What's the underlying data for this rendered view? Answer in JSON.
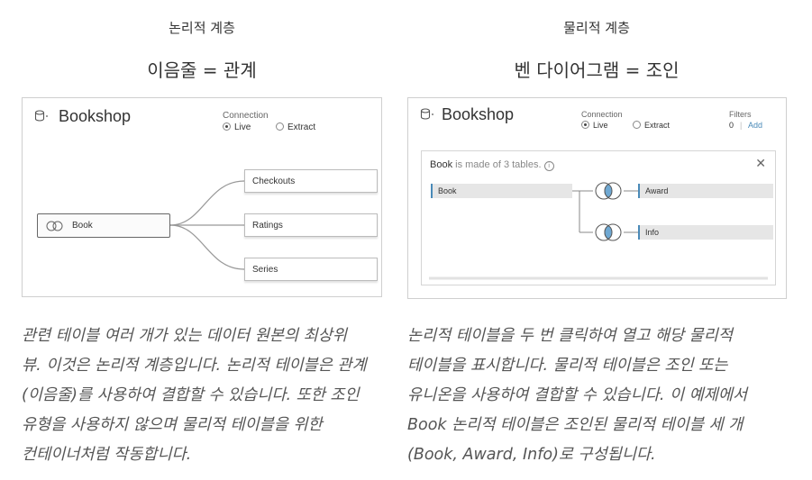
{
  "left": {
    "heading": "논리적 계층",
    "subheading": "이음줄 = 관계",
    "panel": {
      "title": "Bookshop",
      "connection_label": "Connection",
      "live_label": "Live",
      "extract_label": "Extract",
      "root_table": "Book",
      "related_tables": [
        "Checkouts",
        "Ratings",
        "Series"
      ]
    },
    "description_lines": [
      "관련 테이블 여러 개가 있는 데이터 원본의 최상위",
      "뷰. 이것은 논리적 계층입니다. 논리적 테이블은 관계",
      "(이음줄)를 사용하여 결합할 수 있습니다. 또한 조인",
      "유형을 사용하지 않으며 물리적 테이블을 위한",
      "컨테이너처럼 작동합니다."
    ]
  },
  "right": {
    "heading": "물리적 계층",
    "subheading": "벤 다이어그램 = 조인",
    "panel": {
      "title": "Bookshop",
      "connection_label": "Connection",
      "live_label": "Live",
      "extract_label": "Extract",
      "filters_label": "Filters",
      "filters_count": "0",
      "add_label": "Add",
      "inner_table_name": "Book",
      "inner_caption": "is made of 3 tables.",
      "tables": [
        "Book",
        "Award",
        "Info"
      ]
    },
    "description_lines": [
      "논리적 테이블을 두 번 클릭하여 열고 해당 물리적",
      "테이블을 표시합니다. 물리적 테이블은 조인 또는",
      "유니온을 사용하여 결합할 수 있습니다. 이 예제에서",
      "Book 논리적 테이블은 조인된 물리적 테이블 세 개",
      "(Book, Award, Info)로 구성됩니다."
    ]
  },
  "colors": {
    "accent": "#4a8ab8",
    "border": "#cfcfcf",
    "text": "#333333"
  }
}
